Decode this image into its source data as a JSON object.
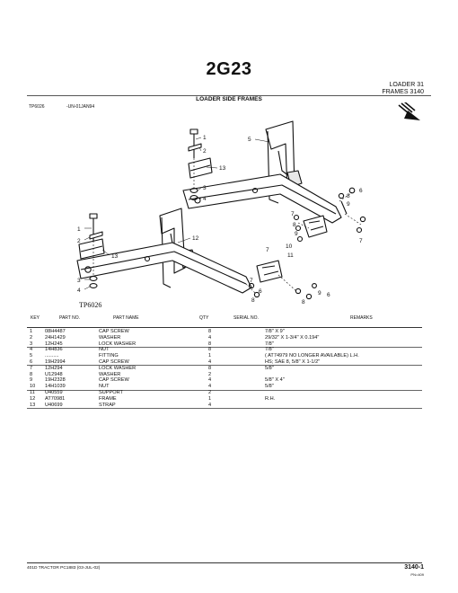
{
  "page": {
    "code": "2G23",
    "header": {
      "line1": "LOADER   31",
      "line2": "FRAMES  3140"
    },
    "section_title": "LOADER SIDE FRAMES",
    "tp_code": "TP6026",
    "tp_date": "-UN-01JAN94",
    "diagram_label": "TP6026"
  },
  "callouts": {
    "c1": "1",
    "c2": "2",
    "c13a": "13",
    "c3": "3",
    "c4": "4",
    "c5": "5",
    "c8a": "8",
    "c9": "9",
    "c6a": "6",
    "c7a": "7",
    "c8b": "8",
    "c9b": "9",
    "c7b": "7",
    "c12": "12",
    "c10": "10",
    "c11": "11",
    "c7c": "7",
    "c1b": "1",
    "c2b": "2",
    "c13b": "13",
    "c3b": "3",
    "c4b": "4",
    "c7d": "7",
    "c8c": "8",
    "c6b": "6",
    "c9c": "9",
    "c8d": "8",
    "c6c": "6"
  },
  "table": {
    "headers": {
      "key": "KEY",
      "part": "PART NO.",
      "name": "PART NAME",
      "qty": "QTY",
      "serial": "SERIAL NO.",
      "remarks": "REMARKS"
    },
    "rows": [
      {
        "key": "1",
        "part": "08H4487",
        "name": "CAP SCREW",
        "qty": "8",
        "serial": "",
        "remarks": "7/8\" X 9\""
      },
      {
        "key": "2",
        "part": "24H1429",
        "name": "WASHER",
        "qty": "4",
        "serial": "",
        "remarks": "29/32\" X 1-3/4\" X 0.194\""
      },
      {
        "key": "3",
        "part": "12H245",
        "name": "LOCK WASHER",
        "qty": "8",
        "serial": "",
        "remarks": "7/8\""
      },
      {
        "key": "4",
        "part": "14H836",
        "name": "NUT",
        "qty": "8",
        "serial": "",
        "remarks": "7/8\""
      },
      {
        "key": "5",
        "part": "..........",
        "name": "FITTING",
        "qty": "1",
        "serial": "",
        "remarks": "( AT74979 NO LONGER AVAILABLE) L.H."
      },
      {
        "key": "6",
        "part": "19H2994",
        "name": "CAP SCREW",
        "qty": "4",
        "serial": "",
        "remarks": "HS; SAE 8, 5/8\" X 1-1/2\""
      },
      {
        "key": "7",
        "part": "12H294",
        "name": "LOCK WASHER",
        "qty": "8",
        "serial": "",
        "remarks": "5/8\""
      },
      {
        "key": "8",
        "part": "U12948",
        "name": "WASHER",
        "qty": "2",
        "serial": "",
        "remarks": ""
      },
      {
        "key": "9",
        "part": "19H2328",
        "name": "CAP SCREW",
        "qty": "4",
        "serial": "",
        "remarks": "5/8\" X 4\""
      },
      {
        "key": "10",
        "part": "14H1039",
        "name": "NUT",
        "qty": "4",
        "serial": "",
        "remarks": "5/8\""
      },
      {
        "key": "11",
        "part": "U40559",
        "name": "SUPPORT",
        "qty": "2",
        "serial": "",
        "remarks": ""
      },
      {
        "key": "12",
        "part": "AT70981",
        "name": "FRAME",
        "qty": "1",
        "serial": "",
        "remarks": "R.H."
      },
      {
        "key": "13",
        "part": "U40699",
        "name": "STRAP",
        "qty": "4",
        "serial": "",
        "remarks": ""
      }
    ]
  },
  "footer": {
    "left": "401D TRACTOR  PC1883  (03-JUL-02)",
    "page": "3140-1",
    "sub": "PN=409"
  }
}
